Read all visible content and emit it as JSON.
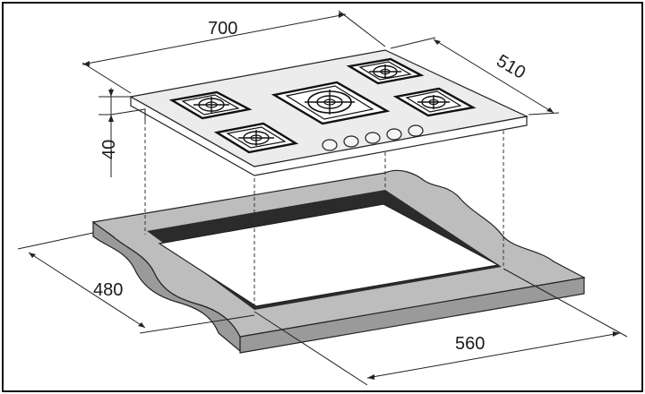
{
  "dimensions": {
    "width_top": "700",
    "depth_top": "510",
    "height": "40",
    "cutout_depth": "480",
    "cutout_width": "560"
  }
}
